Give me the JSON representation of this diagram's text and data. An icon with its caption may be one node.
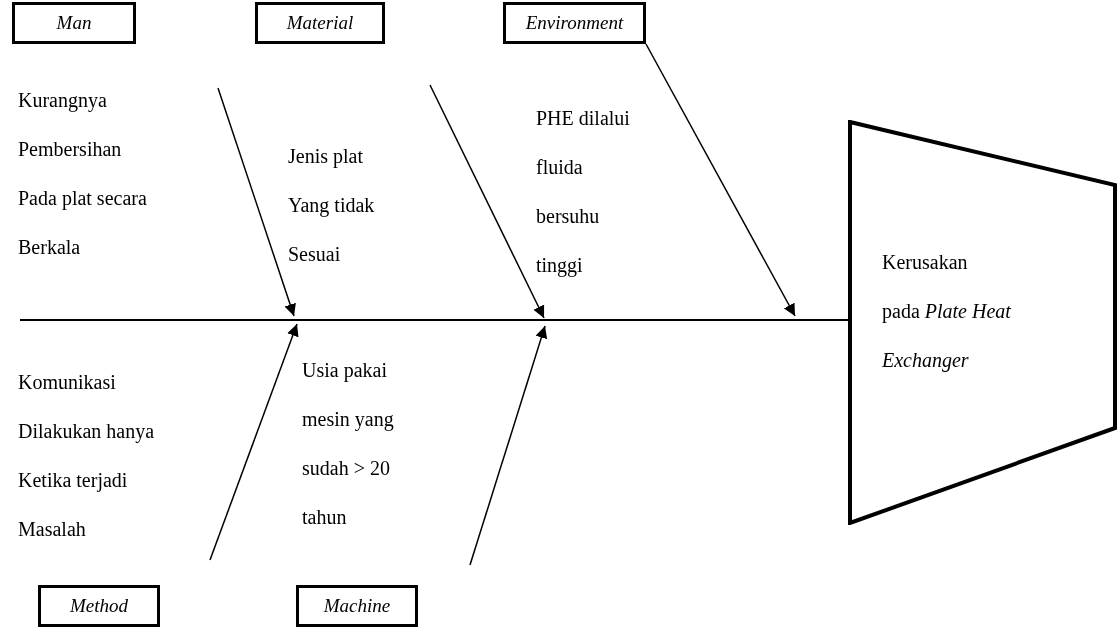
{
  "diagram": {
    "nodes": [
      {
        "text": [
          "Man"
        ],
        "beside": [
          "Kurangnya Pembersihan Pada plat secara Berkala"
        ]
      },
      {
        "text": [
          "Material"
        ]
      },
      {
        "text": [
          "Environment"
        ],
        "beside": [
          "PHE dilalui fluida bersuhu tinggi"
        ]
      },
      {
        "text": [
          "Method"
        ]
      },
      {
        "text": [
          "Machine"
        ]
      },
      {
        "text": [
          "Kerusakan pada *Plate Heat Exchanger*"
        ]
      }
    ],
    "edges": [
      {
        "from": 0,
        "to": null,
        "arrow": "to"
      },
      {
        "from": 1,
        "to": null,
        "arrow": "to"
      },
      {
        "from": 2,
        "to": null,
        "arrow": "to"
      },
      {
        "from": 3,
        "to": null,
        "arrow": "to"
      },
      {
        "from": 4,
        "to": null,
        "arrow": "to"
      },
      {
        "from": null,
        "to": 5,
        "arrow": "none"
      }
    ],
    "labels": [
      "Jenis plat Yang tidak Sesuai",
      "Komunikasi Dilakukan hanya Ketika terjadi Masalah",
      "Usia pakai mesin yang sudah > 20 tahun"
    ]
  }
}
